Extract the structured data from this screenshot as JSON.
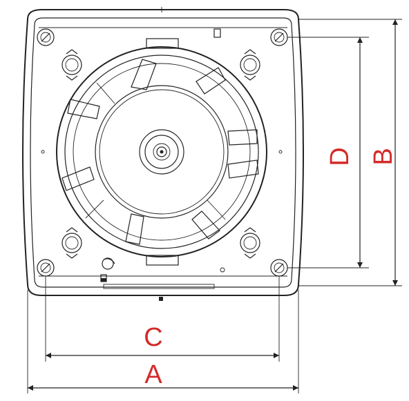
{
  "labels": {
    "a": "A",
    "b": "B",
    "c": "C",
    "d": "D"
  },
  "colors": {
    "line": "#222222",
    "label": "#d42a2a",
    "background": "#ffffff"
  }
}
